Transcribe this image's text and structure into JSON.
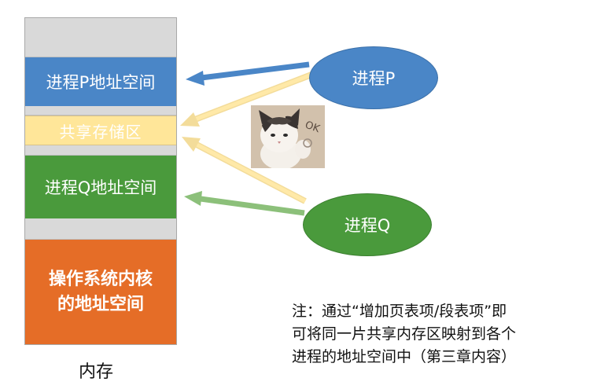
{
  "memory": {
    "label": "内存",
    "segments": {
      "process_p": "进程P地址空间",
      "shared": "共享存储区",
      "process_q": "进程Q地址空间",
      "os_line1": "操作系统内核",
      "os_line2": "的地址空间"
    }
  },
  "processes": {
    "p": "进程P",
    "q": "进程Q"
  },
  "note": {
    "line1": "注：通过“增加页表项/段表项”即",
    "line2": "可将同一片共享内存区映射到各个",
    "line3": "进程的地址空间中（第三章内容）"
  },
  "image_text": "OK",
  "colors": {
    "blue": "#4a86c7",
    "green": "#4a9a3c",
    "orange": "#e56d27",
    "yellow": "#ffe699",
    "gray": "#d9d9d9"
  }
}
